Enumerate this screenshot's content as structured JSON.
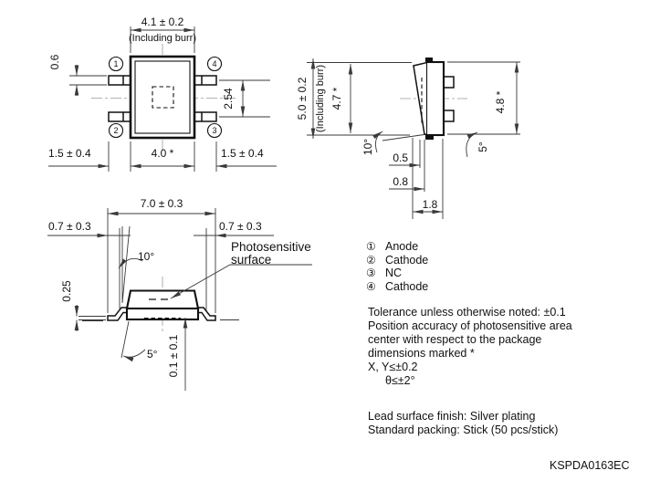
{
  "drawing_number": "KSPDA0163EC",
  "colors": {
    "outline": "#111111",
    "dimension": "#3a3a3a",
    "centerline": "#9a9a9a",
    "background": "#ffffff"
  },
  "top_view": {
    "dim_width_burr": "4.1 ± 0.2",
    "including_burr": "(Including burr)",
    "dim_lead_width": "0.6",
    "dim_pitch": "2.54",
    "dim_lead_left": "1.5 ± 0.4",
    "dim_body_width": "4.0 *",
    "dim_lead_right": "1.5 ± 0.4",
    "pins": {
      "p1": "1",
      "p2": "2",
      "p3": "3",
      "p4": "4"
    }
  },
  "side_view": {
    "dim_height_burr": "5.0 ± 0.2",
    "including_burr": "(Including burr)",
    "dim_body_height": "4.7 *",
    "dim_lead_span": "4.8 *",
    "angle_draft": "10°",
    "angle_lead": "5°",
    "dim_a": "0.5",
    "dim_b": "0.8",
    "dim_c": "1.8"
  },
  "front_view": {
    "dim_total_width": "7.0 ± 0.3",
    "dim_lead_left": "0.7 ± 0.3",
    "dim_lead_right": "0.7 ± 0.3",
    "label_photosensitive_line1": "Photosensitive",
    "label_photosensitive_line2": "surface",
    "angle_draft": "10°",
    "angle_lead": "5°",
    "dim_lead_thickness": "0.25",
    "dim_standoff": "0.1 ± 0.1"
  },
  "pin_list": [
    {
      "num": "①",
      "label": "Anode"
    },
    {
      "num": "②",
      "label": "Cathode"
    },
    {
      "num": "③",
      "label": "NC"
    },
    {
      "num": "④",
      "label": "Cathode"
    }
  ],
  "notes": [
    "Tolerance unless otherwise noted: ±0.1",
    "Position accuracy of photosensitive area",
    "center with respect to the package",
    "dimensions marked *",
    "X, Y≤±0.2",
    "θ≤±2°"
  ],
  "packing": [
    "Lead surface finish: Silver plating",
    "Standard packing: Stick (50 pcs/stick)"
  ]
}
